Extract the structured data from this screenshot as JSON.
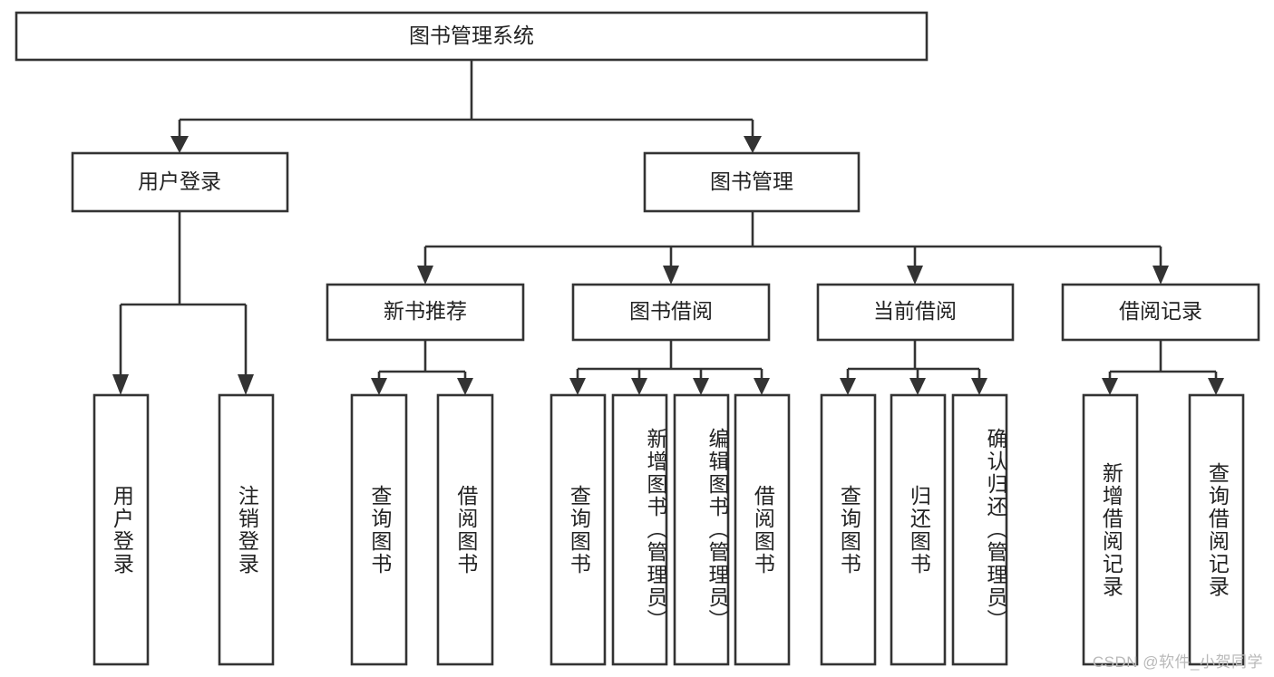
{
  "diagram": {
    "title": "图书管理系统",
    "type": "tree",
    "watermark": "CSDN @软件_小贺同学",
    "colors": {
      "box_stroke": "#333333",
      "box_fill": "#ffffff",
      "text": "#222222",
      "background": "#ffffff",
      "watermark": "#b9b9b9"
    },
    "root": {
      "label": "图书管理系统"
    },
    "level2": [
      {
        "label": "用户登录"
      },
      {
        "label": "图书管理"
      }
    ],
    "level3": [
      {
        "label": "新书推荐"
      },
      {
        "label": "图书借阅"
      },
      {
        "label": "当前借阅"
      },
      {
        "label": "借阅记录"
      }
    ],
    "leaves": {
      "user_login": [
        {
          "label": "用户登录"
        },
        {
          "label": "注销登录"
        }
      ],
      "new_book_recommend": [
        {
          "label": "查询图书"
        },
        {
          "label": "借阅图书"
        }
      ],
      "book_borrow": [
        {
          "label": "查询图书"
        },
        {
          "label": "新增图书（管理员）"
        },
        {
          "label": "编辑图书（管理员）"
        },
        {
          "label": "借阅图书"
        }
      ],
      "current_borrow": [
        {
          "label": "查询图书"
        },
        {
          "label": "归还图书"
        },
        {
          "label": "确认归还（管理员）"
        }
      ],
      "borrow_record": [
        {
          "label": "新增借阅记录"
        },
        {
          "label": "查询借阅记录"
        }
      ]
    }
  }
}
